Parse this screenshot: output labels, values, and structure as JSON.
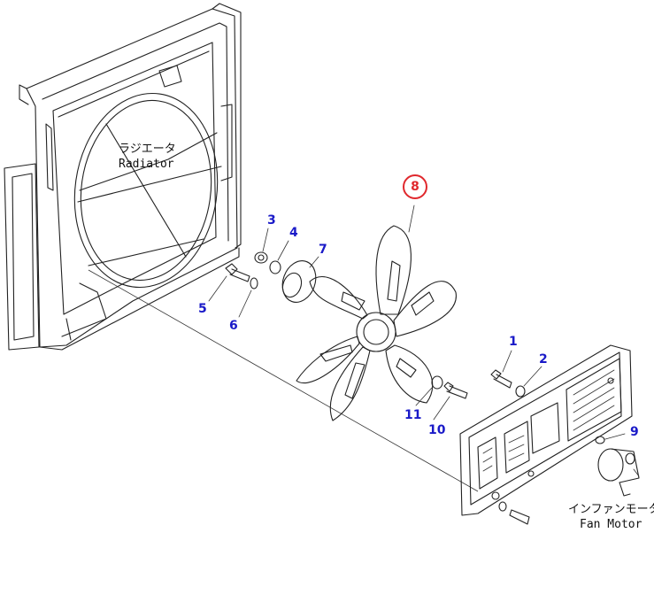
{
  "diagram": {
    "highlighted_part": "8",
    "callouts": [
      "1",
      "2",
      "3",
      "4",
      "5",
      "6",
      "7",
      "9",
      "10",
      "11"
    ],
    "labels": {
      "radiator_jp": "ラジエータ",
      "radiator_en": "Radiator",
      "fan_motor_jp": "インファンモータ",
      "fan_motor_en": "Fan Motor"
    },
    "colors": {
      "highlight": "#e0282d",
      "callout": "#1a1ac8",
      "line": "#222222"
    }
  }
}
